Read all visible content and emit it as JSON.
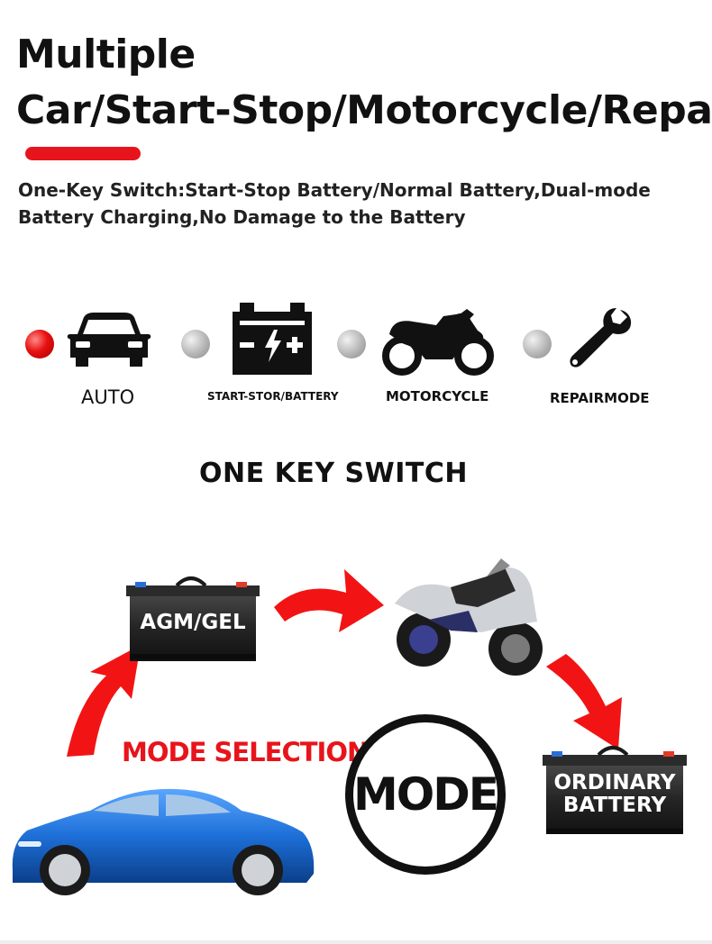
{
  "header": {
    "title_line1": "Multiple",
    "title_line2": "Car/Start-Stop/Motorcycle/Repair",
    "subtitle": "One-Key Switch:Start-Stop Battery/Normal Battery,Dual-mode Battery Charging,No Damage to the Battery"
  },
  "modes": [
    {
      "label": "AUTO",
      "icon": "car-icon",
      "active": true
    },
    {
      "label": "START-STOR/BATTERY",
      "icon": "battery-icon",
      "active": false
    },
    {
      "label": "MOTORCYCLE",
      "icon": "motorcycle-icon",
      "active": false
    },
    {
      "label": "REPAIRMODE",
      "icon": "wrench-icon",
      "active": false
    }
  ],
  "section_heading": "ONE KEY SWITCH",
  "diagram": {
    "battery_agm_label": "AGM/GEL",
    "battery_ordinary_line1": "ORDINARY",
    "battery_ordinary_line2": "BATTERY",
    "mode_selection_label": "MODE SELECTION",
    "mode_button_label": "MODE"
  },
  "colors": {
    "accent_red": "#e8141b",
    "car_blue": "#1d6fd8",
    "text_dark": "#111111"
  }
}
